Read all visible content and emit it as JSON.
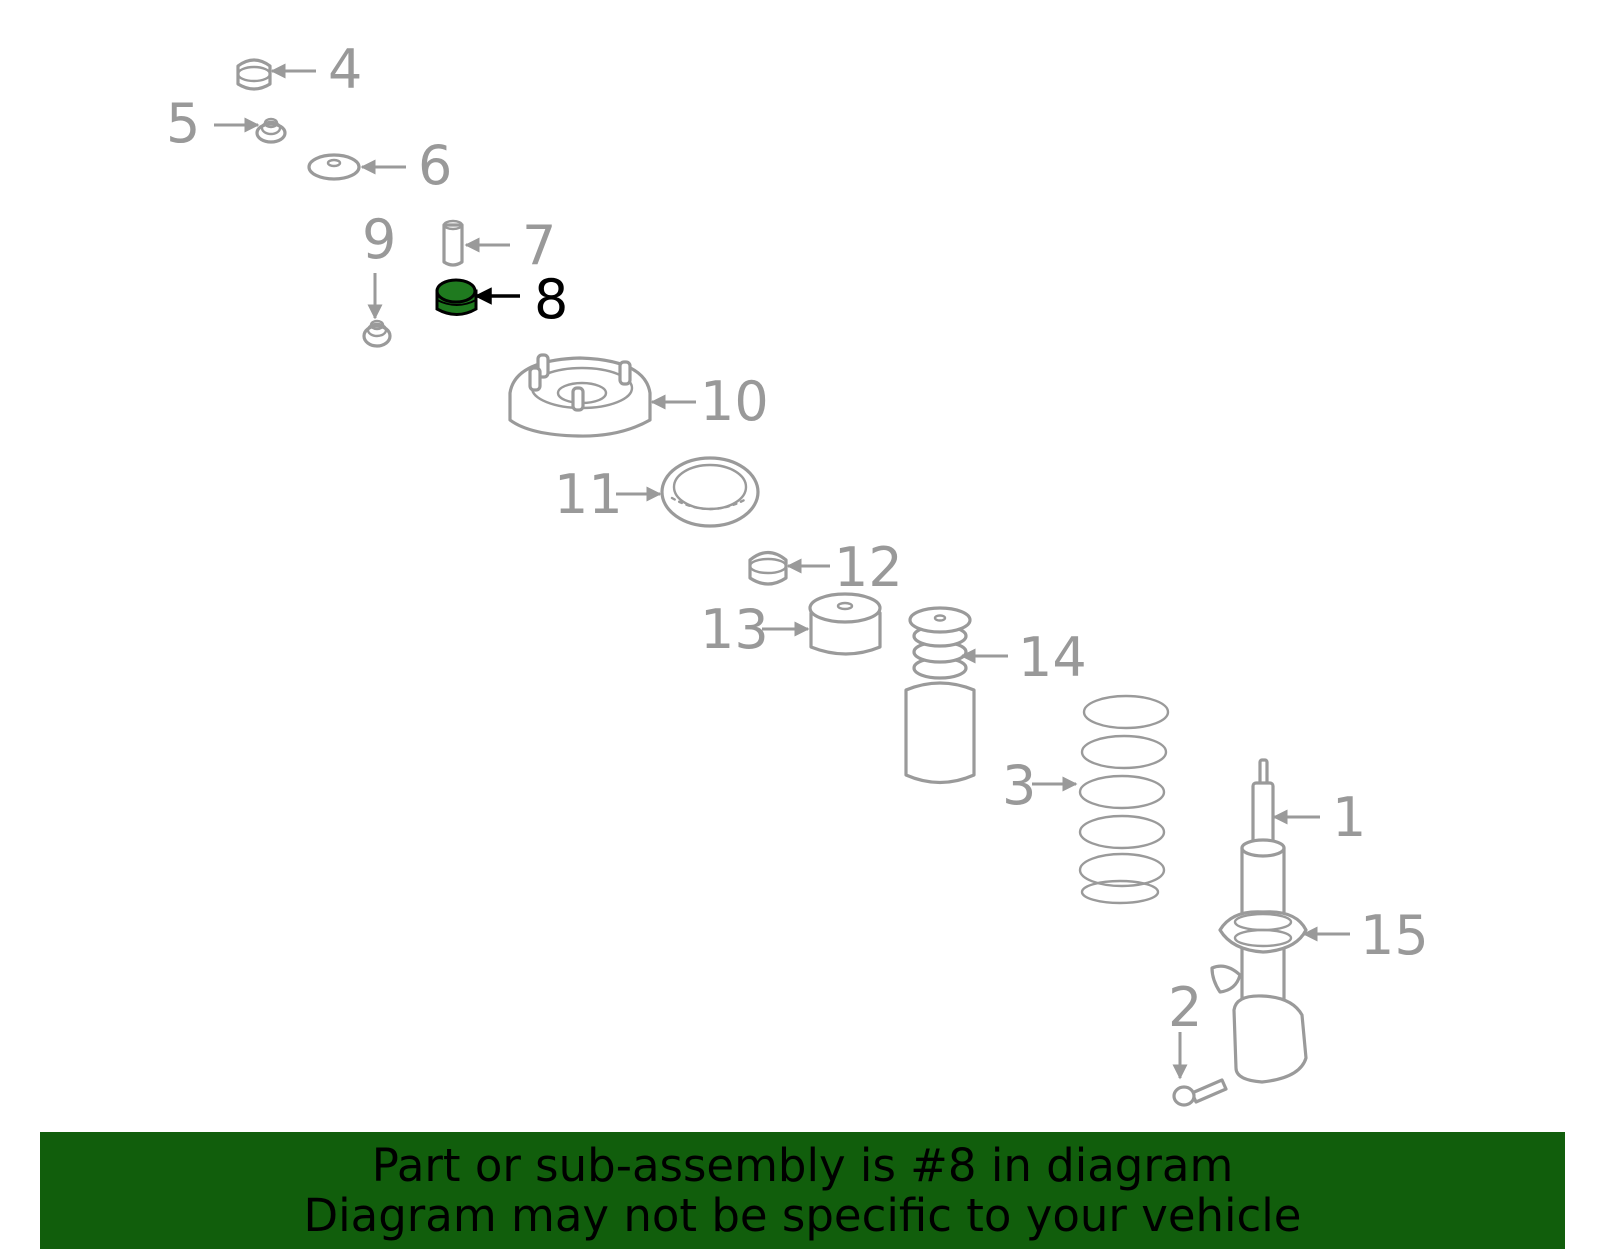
{
  "colors": {
    "part_stroke": "#9a9a9a",
    "label": "#999999",
    "highlight_fill": "#1f7a1f",
    "highlight_stroke": "#000000",
    "highlight_label": "#000000",
    "banner_bg": "#115e0c",
    "banner_text": "#000000"
  },
  "callouts": {
    "c1": "1",
    "c2": "2",
    "c3": "3",
    "c4": "4",
    "c5": "5",
    "c6": "6",
    "c7": "7",
    "c8": "8",
    "c9": "9",
    "c10": "10",
    "c11": "11",
    "c12": "12",
    "c13": "13",
    "c14": "14",
    "c15": "15"
  },
  "highlighted_part": "8",
  "banner": {
    "line1": "Part or sub-assembly is #8 in diagram",
    "line2": "Diagram may not be specific to your vehicle"
  }
}
